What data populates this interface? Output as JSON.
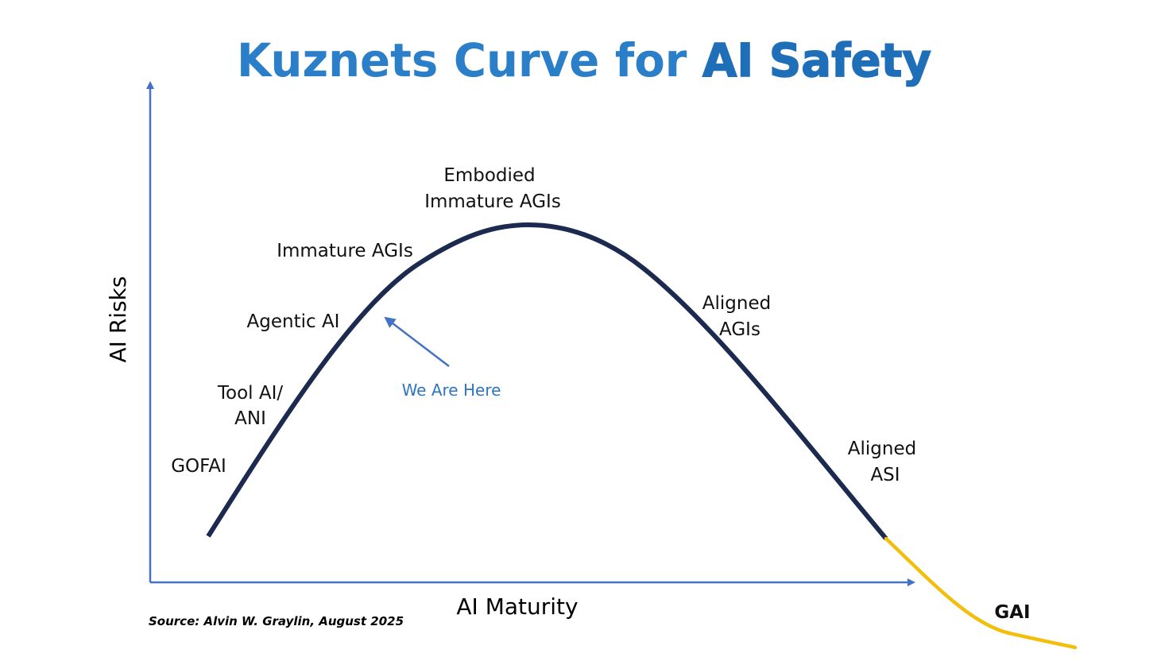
{
  "title": {
    "part1": "Kuznets Curve for ",
    "part2": "AI Safety"
  },
  "axes": {
    "y_label": "AI Risks",
    "x_label": "AI Maturity"
  },
  "stages": {
    "gofai": "GOFAI",
    "tool_ai_line1": "Tool AI/",
    "tool_ai_line2": "ANI",
    "agentic_ai": "Agentic AI",
    "immature_agis": "Immature AGIs",
    "embodied_line1": "Embodied",
    "embodied_line2": "Immature AGIs",
    "aligned_agis_line1": "Aligned",
    "aligned_agis_line2": "AGIs",
    "aligned_asi_line1": "Aligned",
    "aligned_asi_line2": "ASI",
    "gai": "GAI"
  },
  "annotation": {
    "we_are_here": "We Are Here"
  },
  "source": "Source: Alvin W. Graylin, August 2025",
  "colors": {
    "title_blue": "#2a7fc8",
    "curve_navy": "#1b2a4e",
    "curve_gold": "#f2bf0f",
    "axis_blue": "#4472c4",
    "annotation_blue": "#2e75c0"
  }
}
